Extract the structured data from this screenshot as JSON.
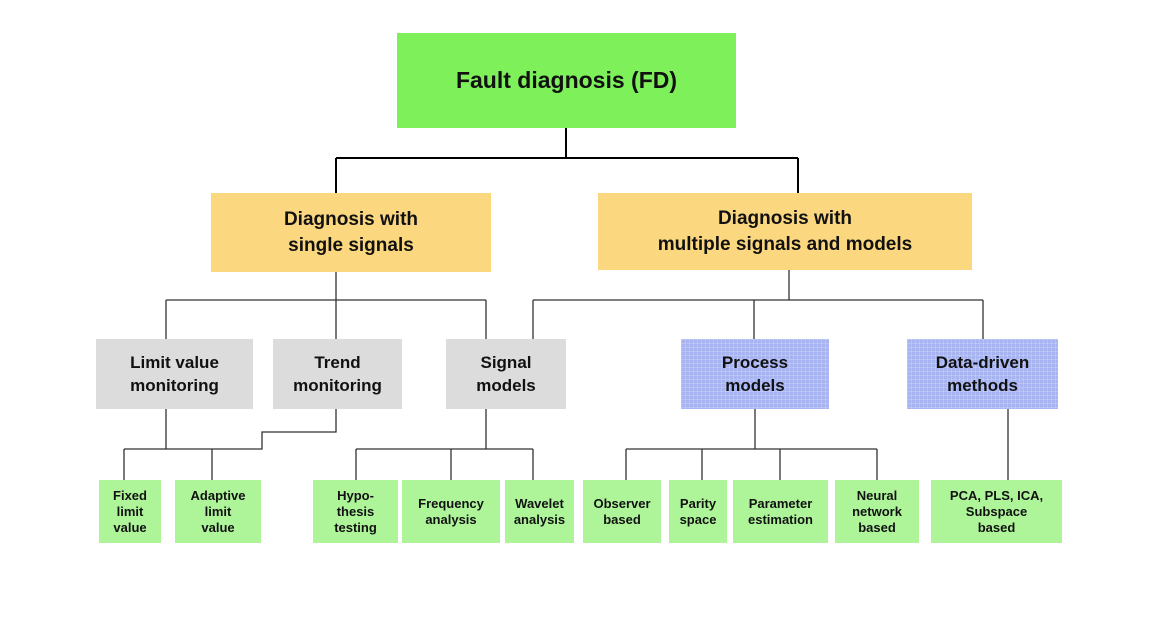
{
  "diagram": {
    "root": "Fault diagnosis (FD)",
    "level1": {
      "single": "Diagnosis with\nsingle signals",
      "multiple": "Diagnosis with\nmultiple signals and models"
    },
    "level2": {
      "limit": "Limit value\nmonitoring",
      "trend": "Trend\nmonitoring",
      "signal": "Signal\nmodels",
      "process": "Process\nmodels",
      "datadriven": "Data-driven\nmethods"
    },
    "leaves": {
      "fixed": "Fixed\nlimit\nvalue",
      "adaptive": "Adaptive\nlimit\nvalue",
      "hypo": "Hypo-\nthesis\ntesting",
      "frequency": "Frequency\nanalysis",
      "wavelet": "Wavelet\nanalysis",
      "observer": "Observer\nbased",
      "parity": "Parity\nspace",
      "parameter": "Parameter\nestimation",
      "neural": "Neural\nnetwork\nbased",
      "pca": "PCA, PLS, ICA,\nSubspace\nbased"
    },
    "colors": {
      "root": "#7df05a",
      "level1": "#fbd77f",
      "signal_methods": "#dcdcdc",
      "model_methods": "#a7b4f1",
      "leaves": "#aef59a"
    }
  }
}
